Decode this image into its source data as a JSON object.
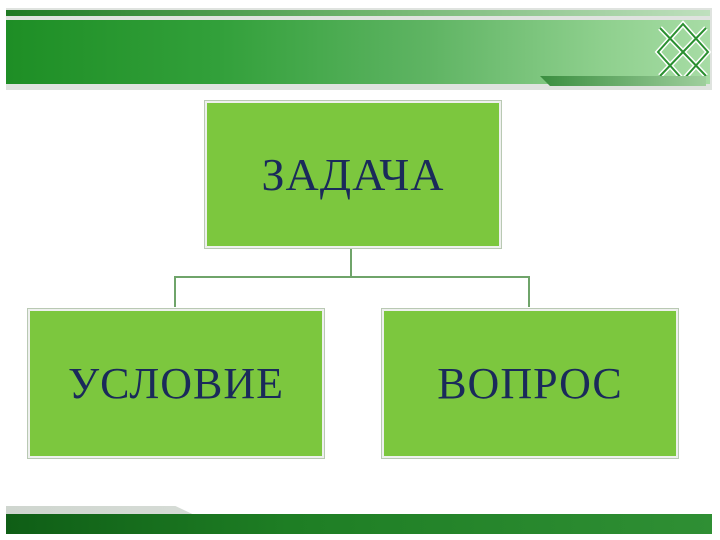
{
  "diagram": {
    "root": {
      "label": "ЗАДАЧА"
    },
    "children": [
      {
        "label": "УСЛОВИЕ"
      },
      {
        "label": "ВОПРОС"
      }
    ]
  },
  "colors": {
    "box_fill": "#7cc73e",
    "text": "#1a2a5a",
    "header_green": "#2f9f37",
    "footer_green": "#1e7e24",
    "connector": "#6fa46a"
  },
  "icons": {
    "logo": "interlaced-knot-icon"
  }
}
